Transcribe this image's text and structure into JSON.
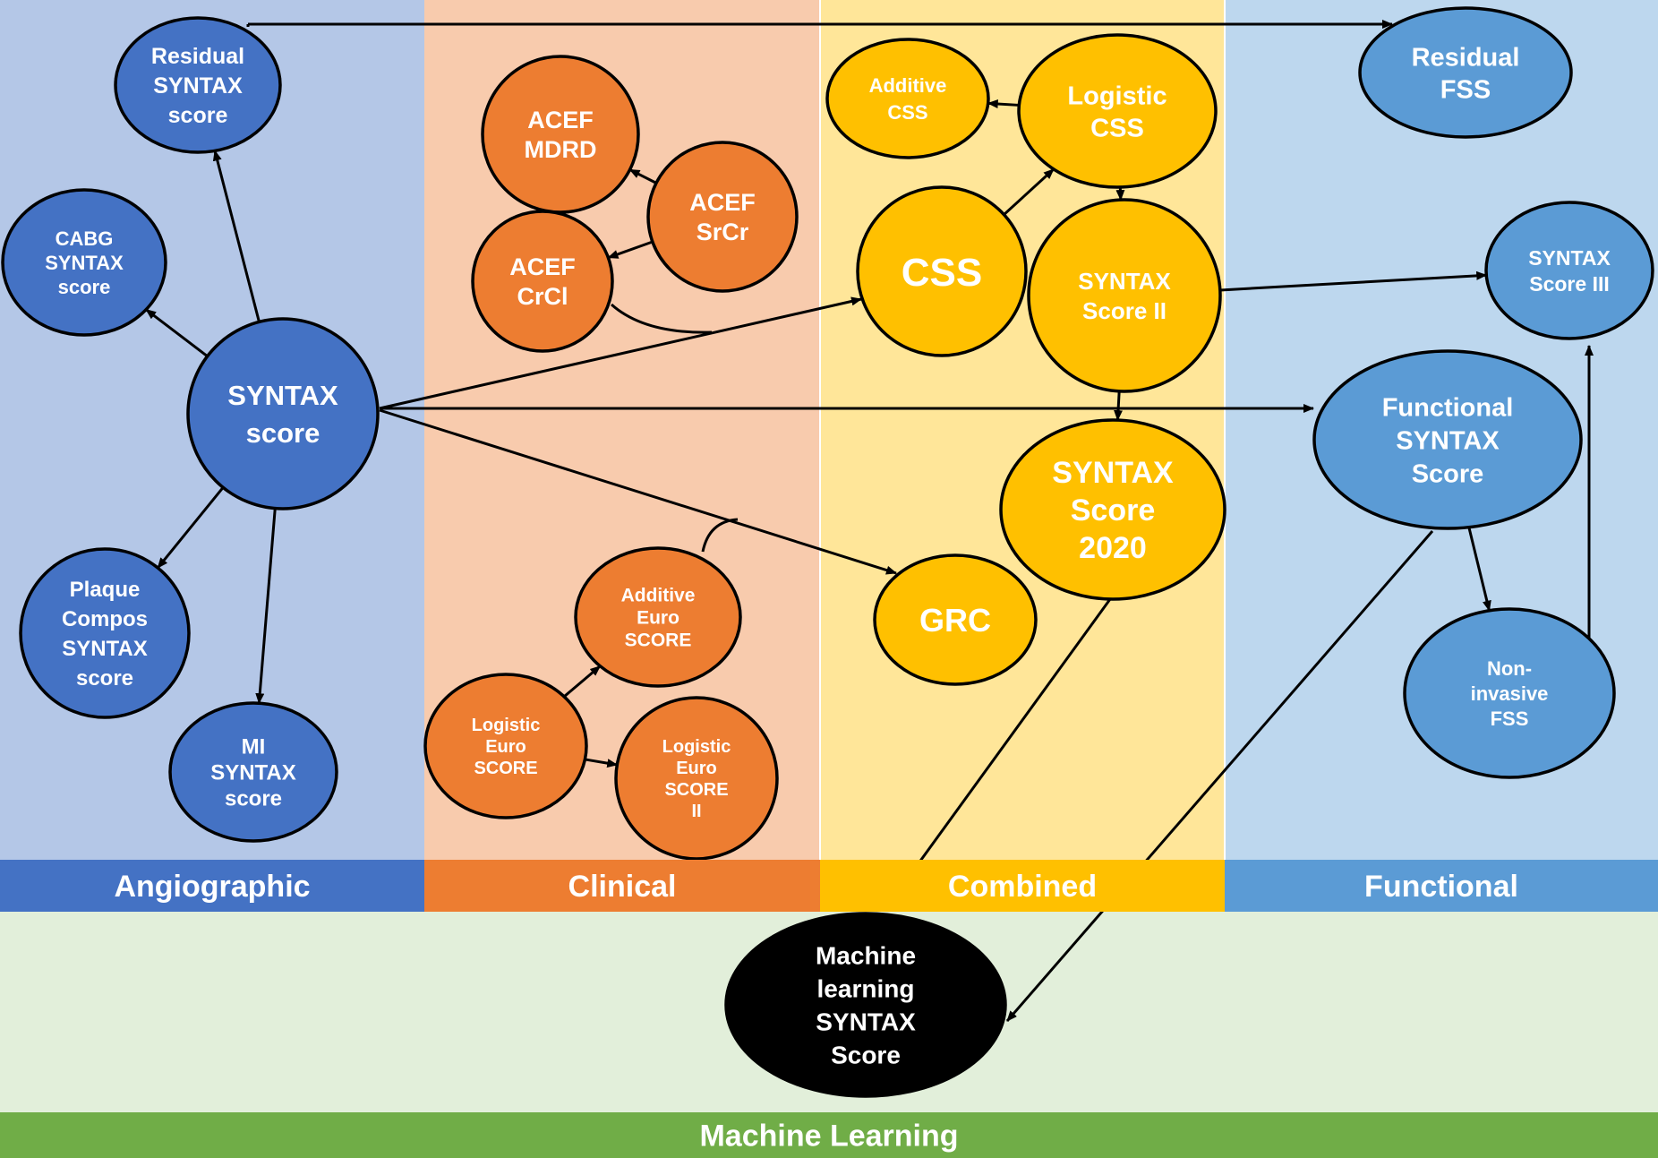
{
  "colors": {
    "angiographic_bg": "#B4C7E7",
    "clinical_bg": "#F8CBAD",
    "combined_bg": "#FFE699",
    "functional_bg": "#BDD7EE",
    "ml_bg": "#E2EFDA",
    "angiographic_bar": "#4472C4",
    "clinical_bar": "#ED7D31",
    "combined_bar": "#FFC000",
    "functional_bar": "#5B9BD5",
    "ml_bar": "#70AD47",
    "angiographic_node": "#4472C4",
    "clinical_node": "#ED7D31",
    "combined_node": "#FFC000",
    "functional_node": "#5B9BD5",
    "ml_node": "#70AD47"
  },
  "categories": {
    "angiographic": "Angiographic",
    "clinical": "Clinical",
    "combined": "Combined",
    "functional": "Functional",
    "machine_learning": "Machine Learning"
  },
  "nodes": [
    {
      "id": "residual-syntax",
      "category": "angiographic",
      "lines": [
        "Residual",
        "SYNTAX",
        "score"
      ]
    },
    {
      "id": "cabg-syntax",
      "category": "angiographic",
      "lines": [
        "CABG",
        "SYNTAX",
        "score"
      ]
    },
    {
      "id": "syntax-score",
      "category": "angiographic",
      "lines": [
        "SYNTAX",
        "score"
      ]
    },
    {
      "id": "plaque-compos",
      "category": "angiographic",
      "lines": [
        "Plaque",
        "Compos",
        "SYNTAX",
        "score"
      ]
    },
    {
      "id": "mi-syntax",
      "category": "angiographic",
      "lines": [
        "MI",
        "SYNTAX",
        "score"
      ]
    },
    {
      "id": "acef-mdrd",
      "category": "clinical",
      "lines": [
        "ACEF",
        "MDRD"
      ]
    },
    {
      "id": "acef-srcr",
      "category": "clinical",
      "lines": [
        "ACEF",
        "SrCr"
      ]
    },
    {
      "id": "acef-crcl",
      "category": "clinical",
      "lines": [
        "ACEF",
        "CrCl"
      ]
    },
    {
      "id": "additive-euroscore",
      "category": "clinical",
      "lines": [
        "Additive",
        "Euro",
        "SCORE"
      ]
    },
    {
      "id": "logistic-euroscore",
      "category": "clinical",
      "lines": [
        "Logistic",
        "Euro",
        "SCORE"
      ]
    },
    {
      "id": "logistic-euroscore-2",
      "category": "clinical",
      "lines": [
        "Logistic",
        "Euro",
        "SCORE",
        "II"
      ]
    },
    {
      "id": "additive-css",
      "category": "combined",
      "lines": [
        "Additive",
        "CSS"
      ]
    },
    {
      "id": "logistic-css",
      "category": "combined",
      "lines": [
        "Logistic",
        "CSS"
      ]
    },
    {
      "id": "css",
      "category": "combined",
      "lines": [
        "CSS"
      ]
    },
    {
      "id": "syntax-score-2",
      "category": "combined",
      "lines": [
        "SYNTAX",
        "Score II"
      ]
    },
    {
      "id": "syntax-score-2020",
      "category": "combined",
      "lines": [
        "SYNTAX",
        "Score",
        "2020"
      ]
    },
    {
      "id": "grc",
      "category": "combined",
      "lines": [
        "GRC"
      ]
    },
    {
      "id": "residual-fss",
      "category": "functional",
      "lines": [
        "Residual",
        "FSS"
      ]
    },
    {
      "id": "syntax-score-3",
      "category": "functional",
      "lines": [
        "SYNTAX",
        "Score III"
      ]
    },
    {
      "id": "functional-syntax",
      "category": "functional",
      "lines": [
        "Functional",
        "SYNTAX",
        "Score"
      ]
    },
    {
      "id": "noninvasive-fss",
      "category": "functional",
      "lines": [
        "Non-",
        "invasive",
        "FSS"
      ]
    },
    {
      "id": "ml-syntax",
      "category": "machine_learning",
      "lines": [
        "Machine",
        "learning",
        "SYNTAX",
        "Score"
      ]
    }
  ],
  "edges": [
    {
      "from": "syntax-score",
      "to": "residual-syntax"
    },
    {
      "from": "syntax-score",
      "to": "cabg-syntax"
    },
    {
      "from": "syntax-score",
      "to": "plaque-compos"
    },
    {
      "from": "syntax-score",
      "to": "mi-syntax"
    },
    {
      "from": "syntax-score",
      "to": "css"
    },
    {
      "from": "syntax-score",
      "to": "functional-syntax"
    },
    {
      "from": "syntax-score",
      "to": "grc"
    },
    {
      "from": "residual-syntax",
      "to": "residual-fss"
    },
    {
      "from": "acef-srcr",
      "to": "acef-mdrd"
    },
    {
      "from": "acef-srcr",
      "to": "acef-crcl"
    },
    {
      "from": "logistic-euroscore",
      "to": "additive-euroscore"
    },
    {
      "from": "logistic-euroscore",
      "to": "logistic-euroscore-2"
    },
    {
      "from": "logistic-css",
      "to": "additive-css"
    },
    {
      "from": "css",
      "to": "logistic-css"
    },
    {
      "from": "logistic-css",
      "to": "syntax-score-2"
    },
    {
      "from": "syntax-score-2",
      "to": "syntax-score-3"
    },
    {
      "from": "syntax-score-2",
      "to": "syntax-score-2020"
    },
    {
      "from": "functional-syntax",
      "to": "noninvasive-fss"
    },
    {
      "from": "noninvasive-fss",
      "to": "syntax-score-3"
    },
    {
      "from": "syntax-score-2020",
      "to": "ml-syntax"
    },
    {
      "from": "functional-syntax",
      "to": "ml-syntax"
    }
  ]
}
